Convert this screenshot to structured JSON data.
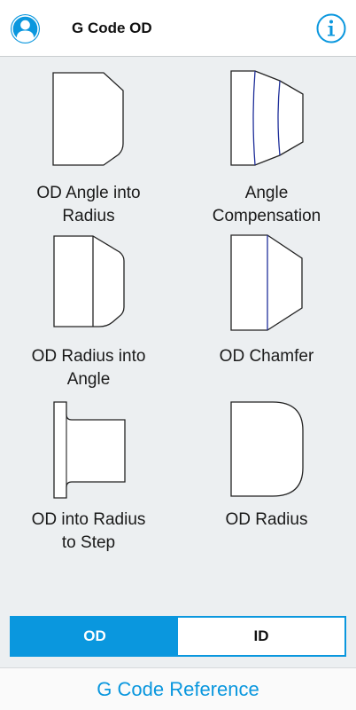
{
  "header": {
    "title": "G Code OD",
    "profile_icon": "user-avatar-icon",
    "info_icon": "info-icon",
    "accent_color": "#0a97de"
  },
  "tiles": [
    {
      "label": "OD Angle into\nRadius",
      "icon": "od-angle-into-radius-icon"
    },
    {
      "label": "Angle\nCompensation",
      "icon": "angle-compensation-icon"
    },
    {
      "label": "OD Radius into\nAngle",
      "icon": "od-radius-into-angle-icon"
    },
    {
      "label": "OD Chamfer",
      "icon": "od-chamfer-icon"
    },
    {
      "label": "OD into Radius\nto Step",
      "icon": "od-into-radius-to-step-icon"
    },
    {
      "label": "OD Radius",
      "icon": "od-radius-icon"
    }
  ],
  "toggle": {
    "od_label": "OD",
    "id_label": "ID",
    "selected": "OD"
  },
  "footer": {
    "link_label": "G Code Reference"
  }
}
